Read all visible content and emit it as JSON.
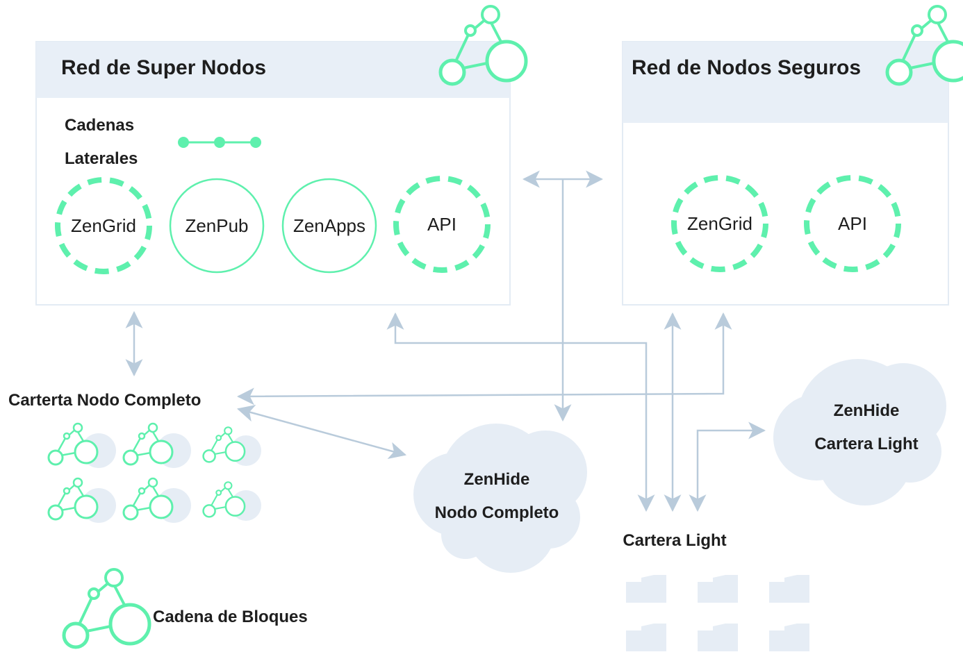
{
  "super_network": {
    "title": "Red de Super Nodos",
    "sidechains_label_line1": "Cadenas",
    "sidechains_label_line2": "Laterales",
    "nodes": [
      {
        "label": "ZenGrid",
        "style": "dashed"
      },
      {
        "label": "ZenPub",
        "style": "solid"
      },
      {
        "label": "ZenApps",
        "style": "solid"
      },
      {
        "label": "API",
        "style": "dashed"
      }
    ]
  },
  "secure_network": {
    "title": "Red de Nodos Seguros",
    "nodes": [
      {
        "label": "ZenGrid",
        "style": "dashed"
      },
      {
        "label": "API",
        "style": "dashed"
      }
    ]
  },
  "full_node_wallet": {
    "label": "Carterta Nodo Completo"
  },
  "zenhide_full_node": {
    "line1": "ZenHide",
    "line2": "Nodo Completo"
  },
  "zenhide_light_wallet": {
    "line1": "ZenHide",
    "line2": "Cartera Light"
  },
  "light_wallet": {
    "label": "Cartera Light"
  },
  "legend": {
    "blockchain_label": "Cadena de Bloques"
  },
  "colors": {
    "accent_green": "#5ef0ad",
    "box_header": "#e8eff7",
    "box_border": "#e3ebf4",
    "arrow": "#b9cbdb",
    "cloud": "#e6edf5",
    "text": "#1e1e1e"
  }
}
